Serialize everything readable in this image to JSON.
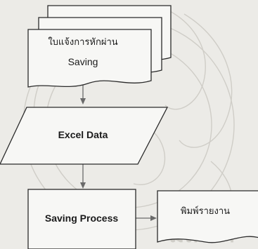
{
  "flowchart": {
    "document_stack": {
      "title": "ใบแจ้งการหักผ่าน",
      "subtitle": "Saving"
    },
    "data_node": {
      "label": "Excel Data"
    },
    "process_node": {
      "label": "Saving Process"
    },
    "output_document": {
      "label": "พิมพ์รายงาน"
    }
  },
  "watermark": {
    "text": "มเกล้า"
  }
}
